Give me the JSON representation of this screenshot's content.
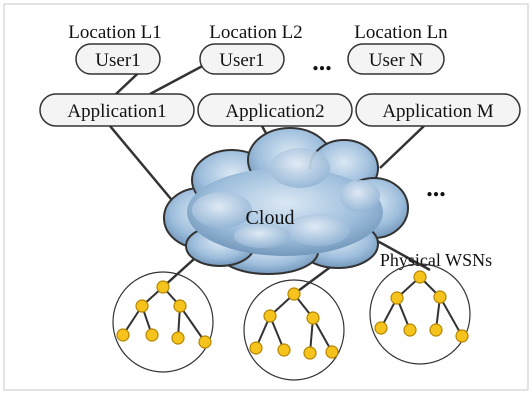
{
  "locations": [
    "Location L1",
    "Location L2",
    "Location Ln"
  ],
  "users": [
    "User1",
    "User1",
    "User N"
  ],
  "applications": [
    "Application1",
    "Application2",
    "Application M"
  ],
  "cloud_label": "Cloud",
  "wsn_label": "Physical WSNs",
  "ellipsis": "...",
  "colors": {
    "cloud_fill": "#a9c6e2",
    "cloud_dark": "#5f86ac",
    "node_fill": "#f6c21c",
    "node_stroke": "#b58600",
    "line": "#333333"
  }
}
